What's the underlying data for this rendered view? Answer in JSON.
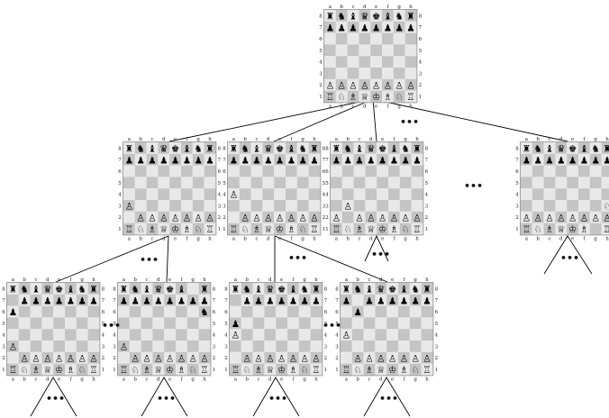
{
  "files": [
    "a",
    "b",
    "c",
    "d",
    "e",
    "f",
    "g",
    "h"
  ],
  "ranks": [
    "8",
    "7",
    "6",
    "5",
    "4",
    "3",
    "2",
    "1"
  ],
  "ellipsis": "•••",
  "colors": {
    "light": "#e8e8e8",
    "dark": "#c4c4c4",
    "border": "#8a8a8a",
    "line": "#000000"
  },
  "boards": [
    {
      "id": "root",
      "level": 0,
      "rows": [
        "rnbqkbnr",
        "pppppppp",
        "........",
        "........",
        "........",
        "........",
        "PPPPPPPP",
        "RNBQKBNR"
      ]
    },
    {
      "id": "l1-a",
      "level": 1,
      "rows": [
        "rnbqkbnr",
        "pppppppp",
        "........",
        "........",
        "........",
        "P.......",
        ".PPPPPPP",
        "RNBQKBNR"
      ]
    },
    {
      "id": "l1-b",
      "level": 1,
      "rows": [
        "rnbqkbnr",
        "pppppppp",
        "........",
        "........",
        "P.......",
        "........",
        ".PPPPPPP",
        "RNBQKBNR"
      ]
    },
    {
      "id": "l1-c",
      "level": 1,
      "rows": [
        "rnbqkbnr",
        "pppppppp",
        "........",
        "........",
        "........",
        ".P......",
        "P.PPPPPP",
        "RNBQKBNR"
      ]
    },
    {
      "id": "l1-d",
      "level": 1,
      "rows": [
        "rnbqkbnr",
        "pppppppp",
        "........",
        "........",
        "........",
        ".......N",
        "PPPPPPPP",
        "RNBQKB.R"
      ]
    },
    {
      "id": "l2-a",
      "level": 2,
      "rows": [
        "rnbqkbnr",
        ".ppppppp",
        "p.......",
        "........",
        "........",
        "P.......",
        ".PPPPPPP",
        "RNBQKBNR"
      ]
    },
    {
      "id": "l2-b",
      "level": 2,
      "rows": [
        "rnbqkb.r",
        "pppppppp",
        ".......n",
        "........",
        "........",
        "P.......",
        ".PPPPPPP",
        "RNBQKBNR"
      ]
    },
    {
      "id": "l2-c",
      "level": 2,
      "rows": [
        "rnbqkbnr",
        ".ppppppp",
        "........",
        "p.......",
        "P.......",
        "........",
        ".PPPPPPP",
        "RNBQKBNR"
      ]
    },
    {
      "id": "l2-d",
      "level": 2,
      "rows": [
        "rnbqkbnr",
        "p.pppppp",
        ".p......",
        "........",
        "P.......",
        "........",
        ".PPPPPPP",
        "RNBQKBNR"
      ]
    }
  ]
}
